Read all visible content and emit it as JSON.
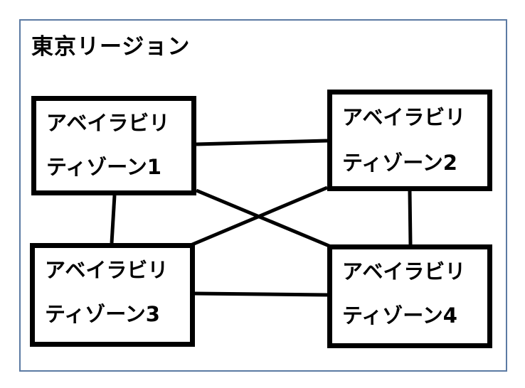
{
  "region": {
    "title": "東京リージョン"
  },
  "zones": [
    {
      "line1": "アベイラビリ",
      "line2": "ティゾーン1"
    },
    {
      "line1": "アベイラビリ",
      "line2": "ティゾーン2"
    },
    {
      "line1": "アベイラビリ",
      "line2": "ティゾーン3"
    },
    {
      "line1": "アベイラビリ",
      "line2": "ティゾーン4"
    }
  ],
  "connections": [
    {
      "from": "ティゾーン1",
      "to": "ティゾーン2"
    },
    {
      "from": "ティゾーン1",
      "to": "ティゾーン3"
    },
    {
      "from": "ティゾーン1",
      "to": "ティゾーン4"
    },
    {
      "from": "ティゾーン2",
      "to": "ティゾーン3"
    },
    {
      "from": "ティゾーン2",
      "to": "ティゾーン4"
    },
    {
      "from": "ティゾーン3",
      "to": "ティゾーン4"
    }
  ],
  "colors": {
    "region_border": "#5b7aa3",
    "box_border": "#000000",
    "link": "#000000"
  }
}
